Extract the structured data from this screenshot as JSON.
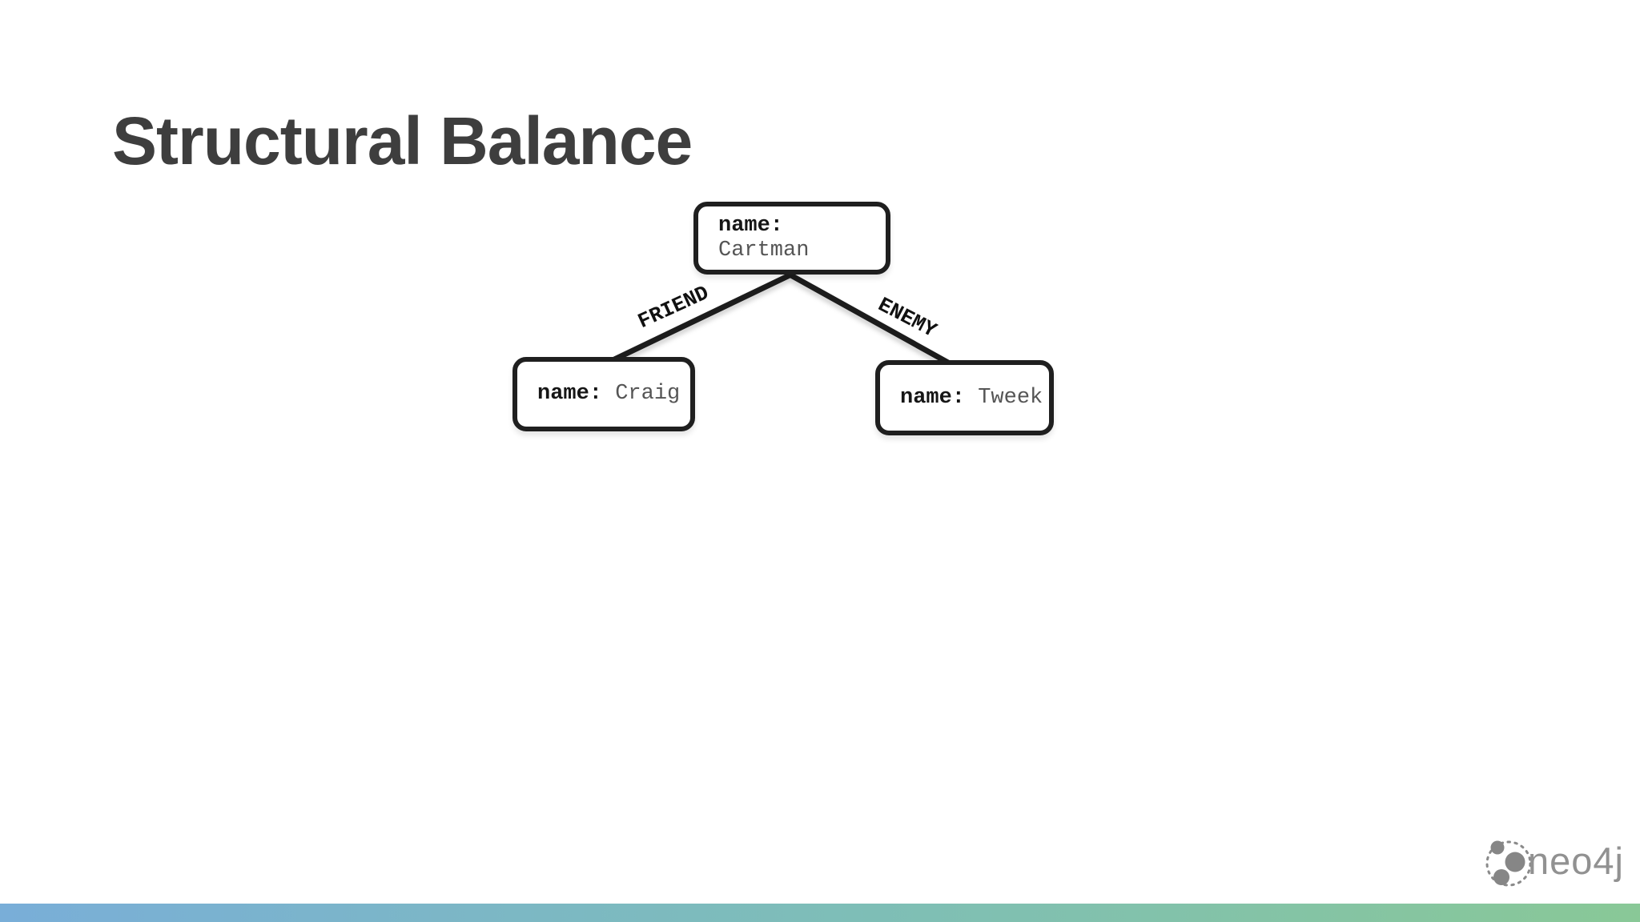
{
  "slide": {
    "title": "Structural Balance"
  },
  "diagram": {
    "nodes": [
      {
        "id": "cartman",
        "property_key": "name:",
        "property_value": "Cartman"
      },
      {
        "id": "craig",
        "property_key": "name:",
        "property_value": "Craig"
      },
      {
        "id": "tweek",
        "property_key": "name:",
        "property_value": "Tweek"
      }
    ],
    "edges": [
      {
        "id": "friend",
        "label": "FRIEND",
        "from": "Cartman",
        "to": "Craig"
      },
      {
        "id": "enemy",
        "label": "ENEMY",
        "from": "Cartman",
        "to": "Tweek"
      }
    ]
  },
  "branding": {
    "logo_text": "neo4j"
  },
  "colors": {
    "title_text": "#3E3E3E",
    "node_border": "#1F1F1F",
    "edge_line": "#1F1F1F",
    "property_value_text": "#555555",
    "logo_gray": "#8A8A8A",
    "footer_gradient_left": "#79AED8",
    "footer_gradient_mid": "#7EBEB7",
    "footer_gradient_right": "#89C897"
  }
}
